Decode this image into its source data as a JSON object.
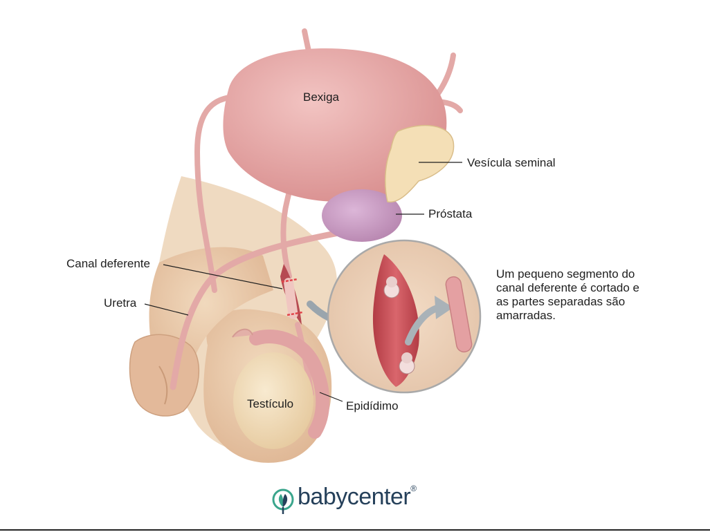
{
  "labels": {
    "bladder": "Bexiga",
    "seminal_vesicle": "Vesícula seminal",
    "prostate": "Próstata",
    "vas_deferens": "Canal deferente",
    "urethra": "Uretra",
    "testicle": "Testículo",
    "epididymis": "Epidídimo"
  },
  "description": "Um pequeno segmento do canal deferente é cortado e as partes separadas são amarradas.",
  "brand": {
    "name": "babycenter",
    "mark": "®"
  },
  "colors": {
    "skin": "#e8c9a8",
    "skin_shadow": "#d9b08c",
    "bladder": "#e4a3a3",
    "tube": "#e3a9a7",
    "seminal_vesicle": "#f4dfb6",
    "prostate": "#c99bc2",
    "testicle": "#f2dcb8",
    "brand_text": "#25405a",
    "brand_leaf": "#3aa58c"
  }
}
